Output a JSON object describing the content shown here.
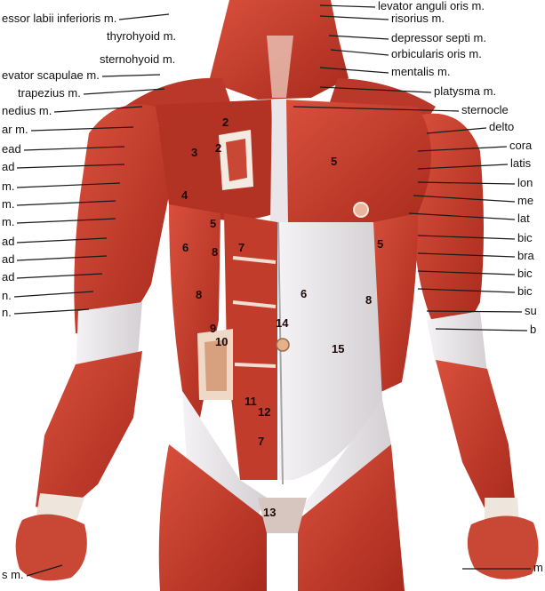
{
  "colors": {
    "muscle": "#c5392a",
    "muscle_dark": "#8e1f15",
    "muscle_light": "#e06a55",
    "fascia": "#e6e4e6",
    "tendon": "#f2ece2",
    "leader": "#1a1a1a"
  },
  "labels_left": [
    "essor labii inferioris m.",
    "thyrohyoid m.",
    "sternohyoid m.",
    "evator scapulae m.",
    "trapezius m.",
    "nedius m.",
    "ar m.",
    "ead",
    "ad",
    "m.",
    "m.",
    "m.",
    "ad",
    "ad",
    "ad",
    "n.",
    "n.",
    "s m."
  ],
  "labels_right": [
    "levator anguli oris m.",
    "risorius m.",
    "depressor septi m.",
    "orbicularis oris m.",
    "mentalis m.",
    "platysma m.",
    "sternocle",
    "delto",
    "cora",
    "latis",
    "lon",
    "me",
    "lat",
    "bic",
    "bra",
    "bic",
    "bic",
    "su",
    "b",
    "m"
  ],
  "numbers": [
    "2",
    "3",
    "2",
    "4",
    "5",
    "5",
    "5",
    "7",
    "8",
    "6",
    "8",
    "8",
    "6",
    "9",
    "10",
    "14",
    "15",
    "11",
    "12",
    "7",
    "13"
  ]
}
